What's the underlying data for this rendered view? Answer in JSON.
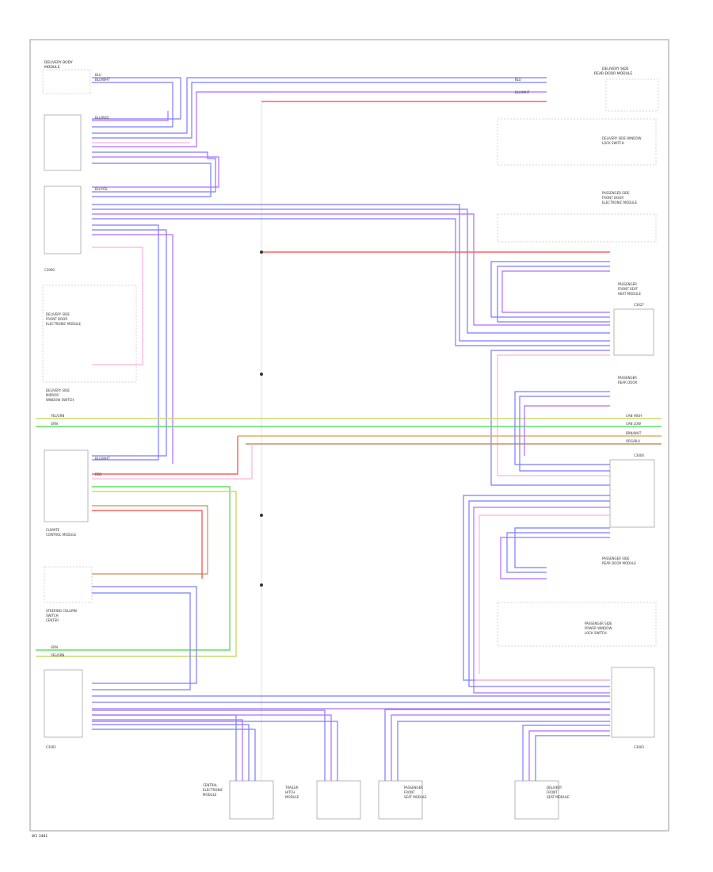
{
  "diagram": {
    "footer": "W1 3481",
    "components": {
      "top_left_module": [
        "DELIVERY BODY",
        "MODULE"
      ],
      "top_right_module": [
        "DELIVERY SIDE",
        "REAR DOOR MODULE"
      ],
      "right_module_2": [
        "DELIVERY SIDE WINDOW",
        "LOCK SWITCH"
      ],
      "right_module_3": [
        "PASSENGER SIDE",
        "FRONT DOOR",
        "ELECTRONIC MODULE"
      ],
      "right_module_4": [
        "PASSENGER",
        "FRONT SEAT",
        "HEAT MODULE"
      ],
      "right_module_5": [
        "PASSENGER",
        "REAR DOOR"
      ],
      "right_module_6": [
        "PASSENGER SIDE",
        "REAR DOOR MODULE"
      ],
      "right_module_7": [
        "PASSENGER SIDE",
        "POWER WINDOW",
        "LOCK SWITCH"
      ],
      "left_mid_module": [
        "DELIVERY SIDE",
        "FRONT DOOR",
        "ELECTRONIC MODULE"
      ],
      "left_mid_2": [
        "DELIVERY SIDE",
        "MIRROR",
        "WINDOW SWITCH"
      ],
      "left_climate": [
        "CLIMATE",
        "CONTROL MODULE"
      ],
      "left_lower": [
        "STEERING COLUMN",
        "SWITCH",
        "CENTER"
      ],
      "bottom_1": [
        "CENTRAL",
        "ELECTRONIC",
        "MODULE"
      ],
      "bottom_2": [
        "TRAILER",
        "HITCH",
        "MODULE"
      ],
      "bottom_3": [
        "PASSENGER",
        "FRONT",
        "SEAT MODULE"
      ],
      "bottom_4": [
        "DELIVERY",
        "FRONT",
        "SEAT MODULE"
      ]
    },
    "connectors": {
      "c1": "C3000",
      "c2": "C3001",
      "c3": "C3003",
      "c4": "C3027",
      "c5": "C3004"
    },
    "wire_labels": {
      "blu_wht": "BLU/WHT",
      "blu": "BLU",
      "red": "RED",
      "blu_red": "BLU/RED",
      "blu_yel": "BLU/YEL",
      "yel_grn": "YEL/GRN",
      "grn": "GRN",
      "brn_wht": "BRN/WHT",
      "org_blu": "ORG/BLU",
      "can_high": "CAN HIGH",
      "can_low": "CAN LOW"
    },
    "colors": {
      "blue": "#7a7cff",
      "purple": "#b06cff",
      "pink": "#ffb0d8",
      "red": "#ff4040",
      "yellow_green": "#c8dc6a",
      "green": "#5ee05e",
      "orange": "#e0b060",
      "tan": "#c89060"
    }
  }
}
